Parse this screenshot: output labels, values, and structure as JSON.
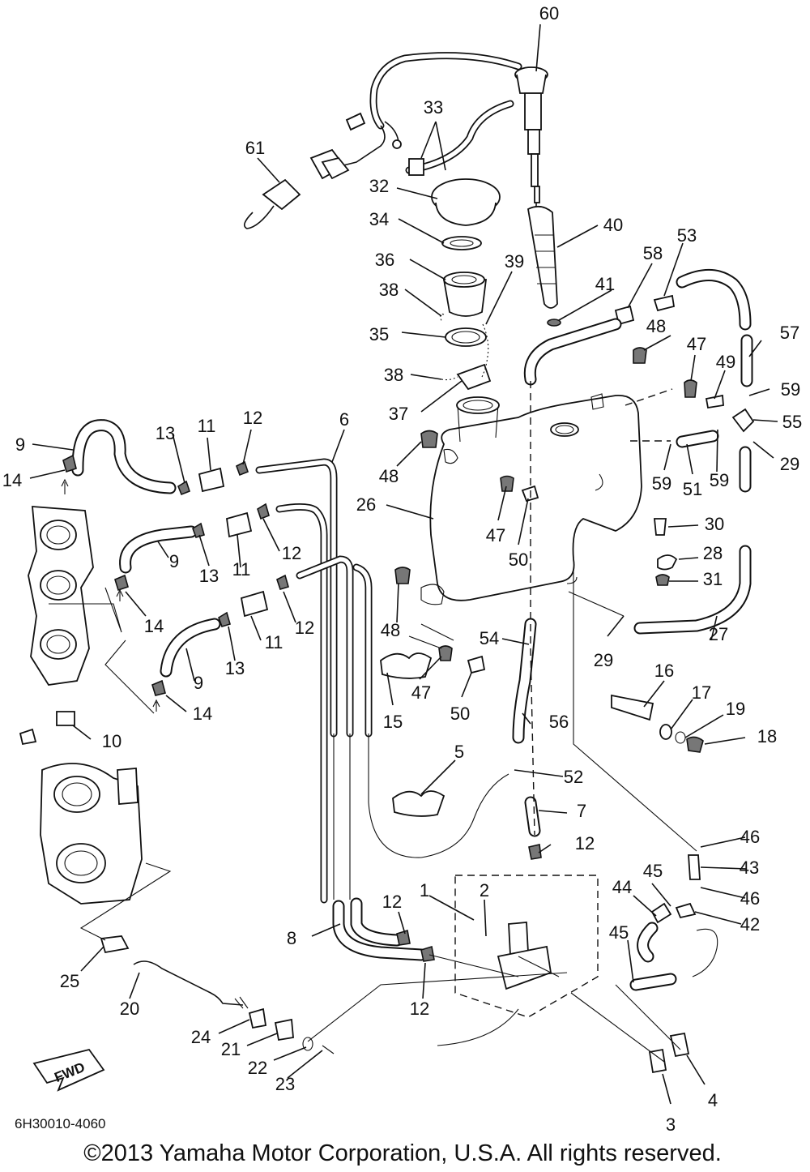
{
  "diagram_code": "6H30010-4060",
  "copyright": "©2013 Yamaha Motor Corporation, U.S.A. All rights reserved.",
  "fwd_label": "FWD",
  "part_numbers": [
    "1",
    "2",
    "3",
    "4",
    "5",
    "6",
    "7",
    "8",
    "9",
    "10",
    "11",
    "12",
    "13",
    "14",
    "15",
    "16",
    "17",
    "18",
    "19",
    "20",
    "21",
    "22",
    "23",
    "24",
    "25",
    "26",
    "27",
    "28",
    "29",
    "30",
    "31",
    "32",
    "33",
    "34",
    "35",
    "36",
    "37",
    "38",
    "39",
    "40",
    "41",
    "42",
    "43",
    "44",
    "45",
    "46",
    "47",
    "48",
    "49",
    "50",
    "51",
    "52",
    "53",
    "54",
    "55",
    "56",
    "57",
    "58",
    "59",
    "60",
    "61"
  ]
}
